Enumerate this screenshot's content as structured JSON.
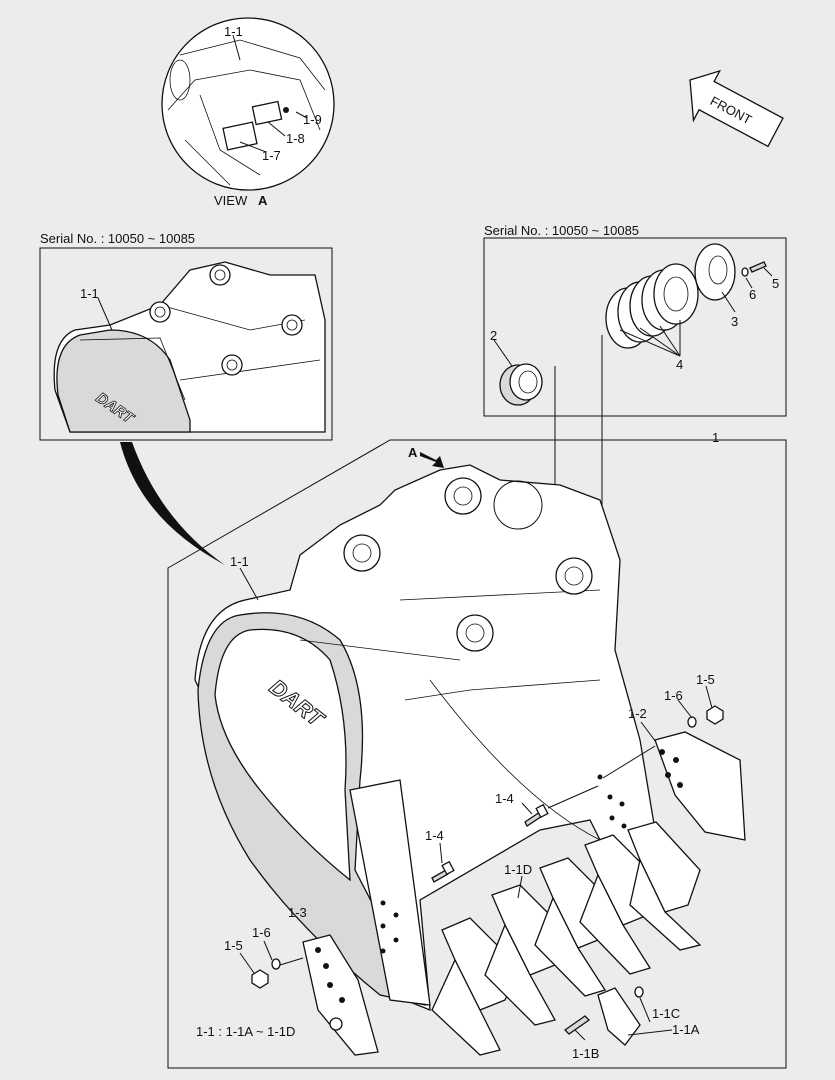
{
  "view": {
    "title_prefix": "VIEW",
    "title_letter": "A",
    "labels": {
      "p1_1": "1-1",
      "p1_9": "1-9",
      "p1_8": "1-8",
      "p1_7": "1-7"
    }
  },
  "front_arrow": {
    "text": "FRONT"
  },
  "left_box": {
    "serial": "Serial No. : 10050 ~ 10085",
    "label": "1-1",
    "logo": "DART"
  },
  "right_box": {
    "serial": "Serial No. : 10050 ~ 10085",
    "labels": {
      "p2": "2",
      "p3": "3",
      "p4": "4",
      "p5": "5",
      "p6": "6"
    }
  },
  "main": {
    "assembly_label": "1",
    "view_arrow": "A",
    "logo": "DART",
    "legend": "1-1 : 1-1A ~ 1-1D",
    "labels": {
      "p1_1": "1-1",
      "p1_2": "1-2",
      "p1_3": "1-3",
      "p1_4a": "1-4",
      "p1_4b": "1-4",
      "p1_5a": "1-5",
      "p1_6a": "1-6",
      "p1_5b": "1-5",
      "p1_6b": "1-6",
      "p1_1a": "1-1A",
      "p1_1b": "1-1B",
      "p1_1c": "1-1C",
      "p1_1d": "1-1D"
    }
  }
}
